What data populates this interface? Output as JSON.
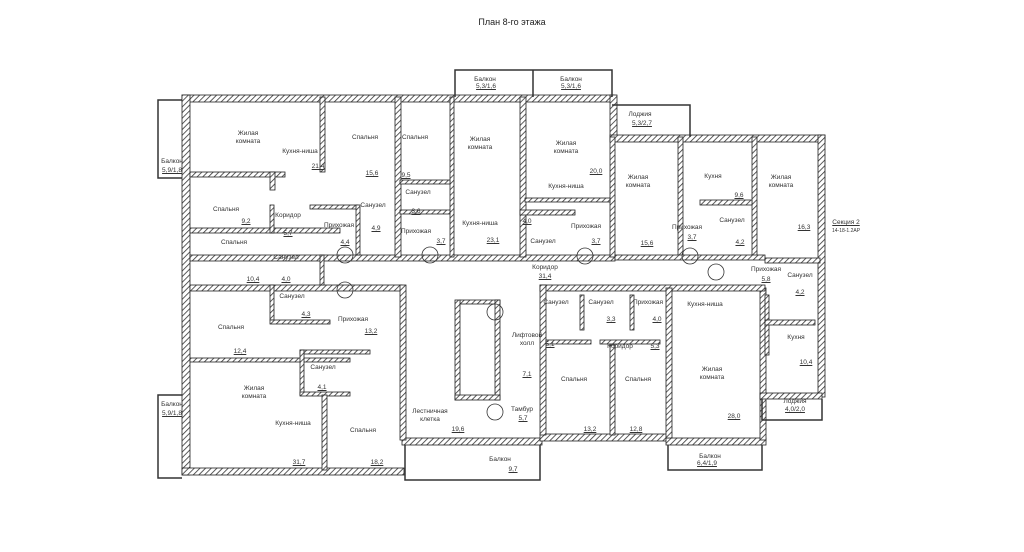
{
  "title": "План 8-го этажа",
  "section": {
    "name": "Секция 2",
    "code": "14-18-1.2АР"
  },
  "rooms": [
    {
      "name": "Балкон",
      "area": "5,9/1,8"
    },
    {
      "name": "Жилая комната",
      "area": ""
    },
    {
      "name": "Кухня-ниша",
      "area": "21,4"
    },
    {
      "name": "Спальня",
      "area": "15,6"
    },
    {
      "name": "Спальня",
      "area": "9,5"
    },
    {
      "name": "Санузел",
      "area": "3,6"
    },
    {
      "name": "Прихожая",
      "area": "3,7"
    },
    {
      "name": "Жилая комната",
      "area": ""
    },
    {
      "name": "Кухня-ниша",
      "area": "23,1"
    },
    {
      "name": "Балкон",
      "area": "5,3/1,6"
    },
    {
      "name": "Балкон",
      "area": "5,3/1,6"
    },
    {
      "name": "Жилая комната",
      "area": "20,0"
    },
    {
      "name": "Кухня-ниша",
      "area": ""
    },
    {
      "name": "Санузел",
      "area": "4,0"
    },
    {
      "name": "Прихожая",
      "area": "3,7"
    },
    {
      "name": "Лоджия",
      "area": "5,3/2,7"
    },
    {
      "name": "Жилая комната",
      "area": "15,6"
    },
    {
      "name": "Прихожая",
      "area": "3,7"
    },
    {
      "name": "Кухня",
      "area": "9,6"
    },
    {
      "name": "Санузел",
      "area": "4,2"
    },
    {
      "name": "Жилая комната",
      "area": "16,3"
    },
    {
      "name": "Коридор",
      "area": "31,4"
    },
    {
      "name": "Прихожая",
      "area": "5,8"
    },
    {
      "name": "Санузел",
      "area": "4,2"
    },
    {
      "name": "Кухня",
      "area": "10,4"
    },
    {
      "name": "Лоджия",
      "area": "4,0/2,0"
    },
    {
      "name": "Балкон",
      "area": "6,4/1,9"
    },
    {
      "name": "Кухня-ниша",
      "area": ""
    },
    {
      "name": "Жилая комната",
      "area": "28,0"
    },
    {
      "name": "Санузел",
      "area": "5,1"
    },
    {
      "name": "Санузел",
      "area": "3,3"
    },
    {
      "name": "Прихожая",
      "area": "4,0"
    },
    {
      "name": "Коридор",
      "area": "5,3"
    },
    {
      "name": "Спальня",
      "area": "13,2"
    },
    {
      "name": "Спальня",
      "area": "12,8"
    },
    {
      "name": "Лифтовой холл",
      "area": "7,1"
    },
    {
      "name": "Тамбур",
      "area": "5,7"
    },
    {
      "name": "Лестничная клетка",
      "area": "19,6"
    },
    {
      "name": "Балкон",
      "area": "9,7"
    },
    {
      "name": "Спальня",
      "area": "9,2"
    },
    {
      "name": "Коридор",
      "area": "5,7"
    },
    {
      "name": "Прихожая",
      "area": "4,4"
    },
    {
      "name": "Санузел",
      "area": "4,9"
    },
    {
      "name": "Спальня",
      "area": "10,4"
    },
    {
      "name": "Санузел",
      "area": "4,0"
    },
    {
      "name": "Санузел",
      "area": "4,3"
    },
    {
      "name": "Спальня",
      "area": "12,4"
    },
    {
      "name": "Прихожая",
      "area": "13,2"
    },
    {
      "name": "Санузел",
      "area": "4,1"
    },
    {
      "name": "Жилая комната",
      "area": ""
    },
    {
      "name": "Кухня-ниша",
      "area": "31,7"
    },
    {
      "name": "Спальня",
      "area": "18,2"
    },
    {
      "name": "Балкон",
      "area": "5,9/1,8"
    }
  ]
}
